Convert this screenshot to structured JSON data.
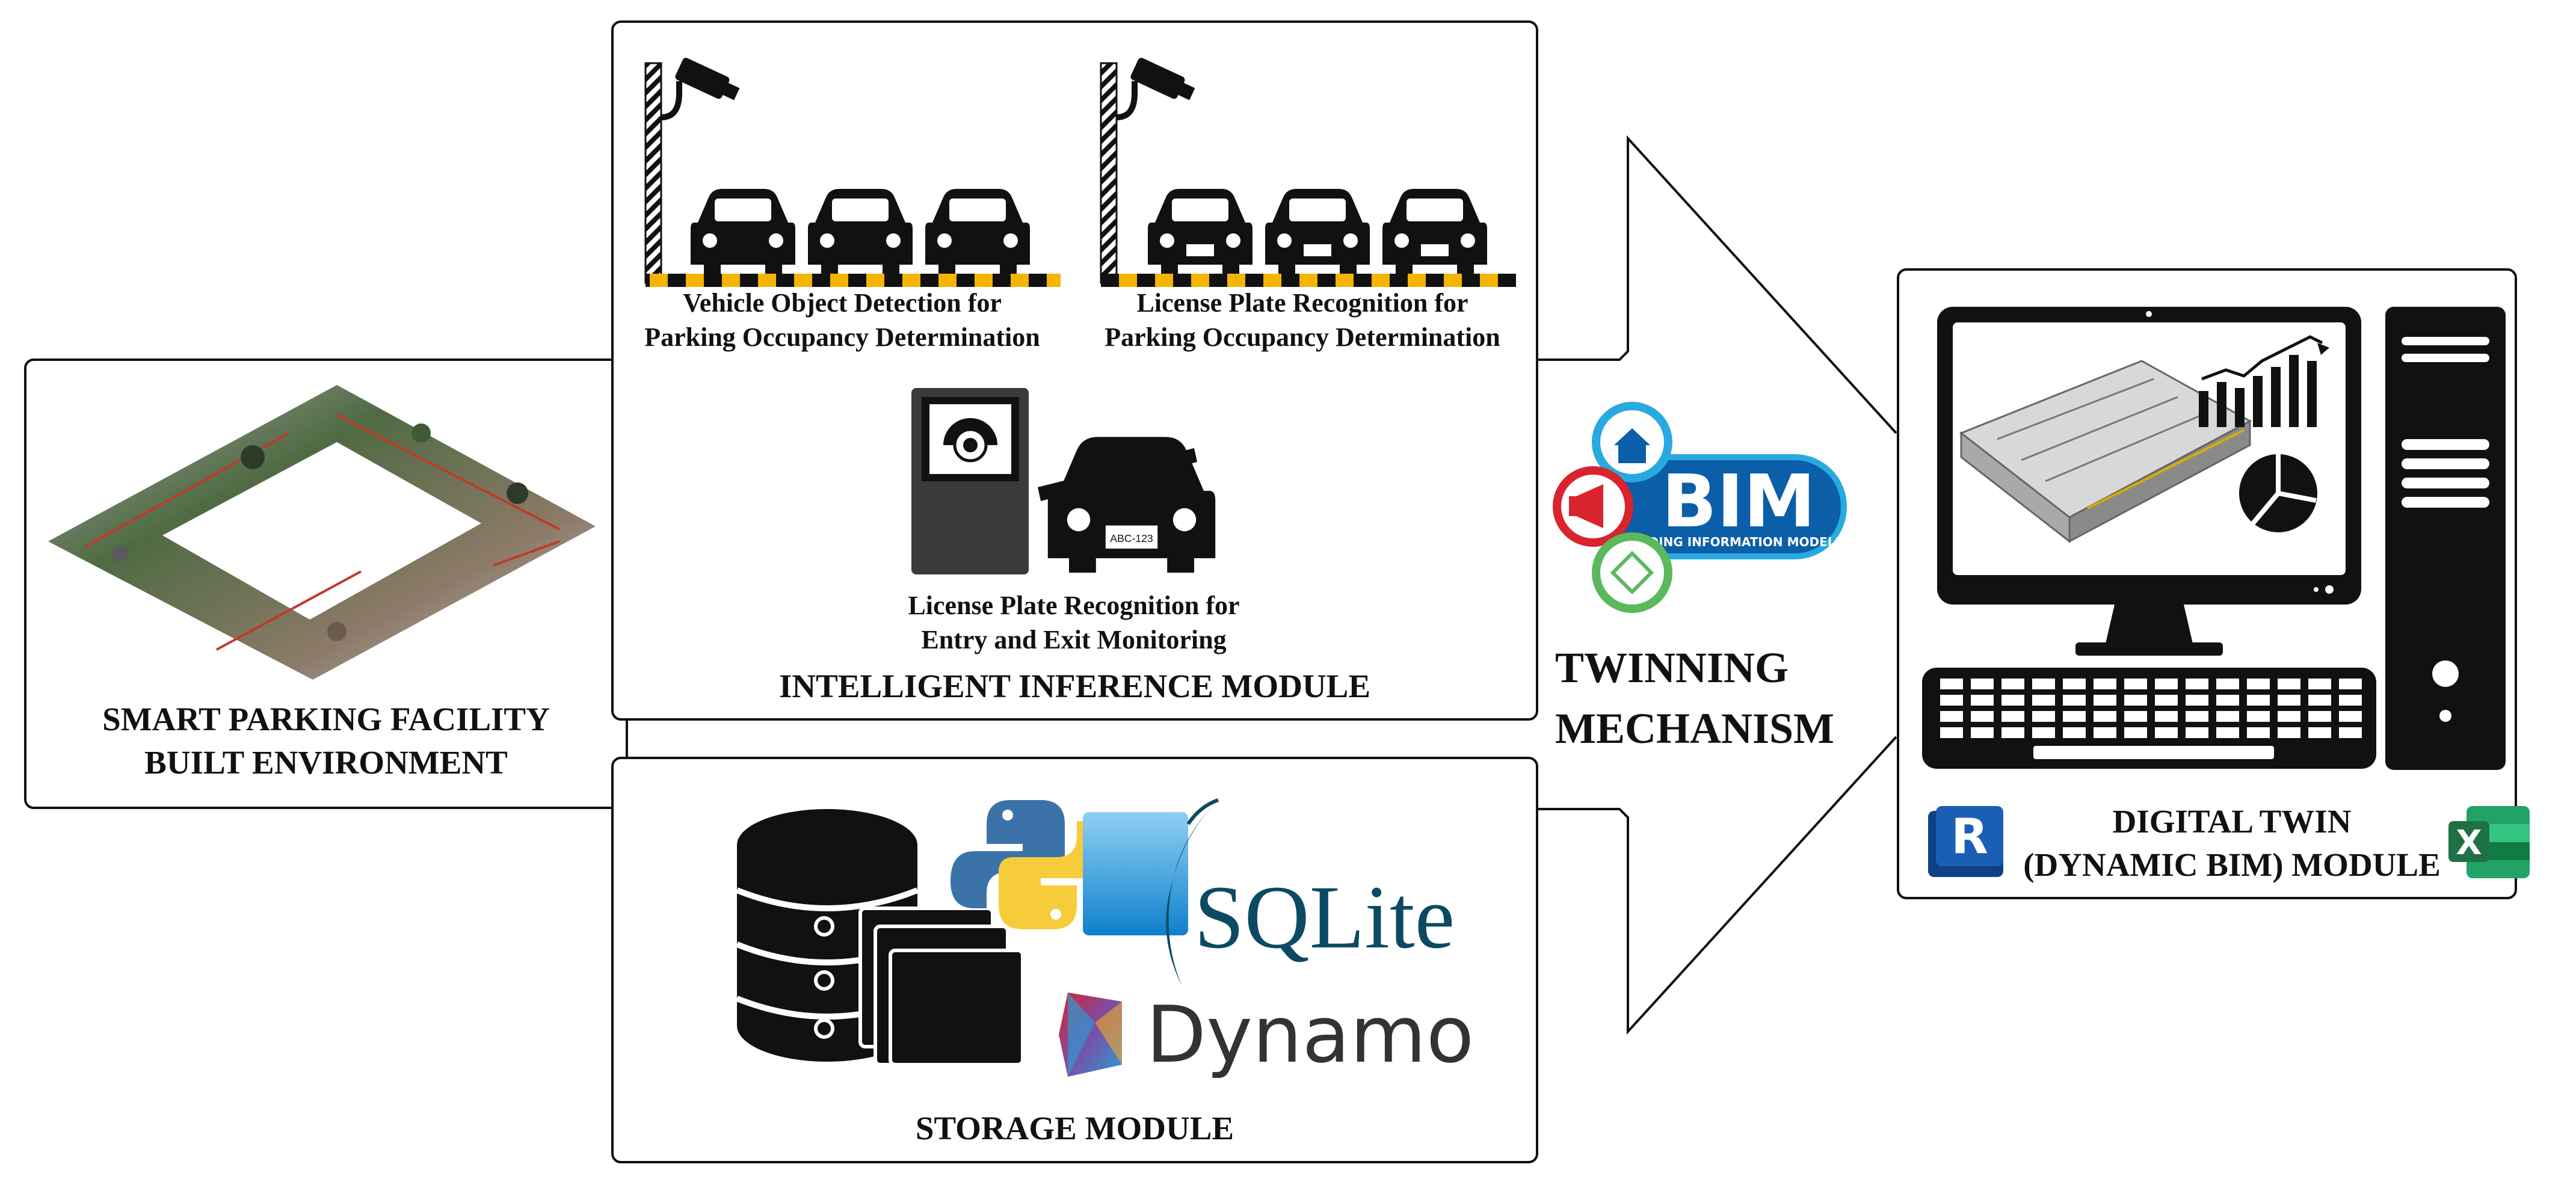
{
  "built_environment": {
    "line1": "SMART PARKING FACILITY",
    "line2": "BUILT ENVIRONMENT"
  },
  "inference_module": {
    "title": "INTELLIGENT INFERENCE MODULE",
    "vehicle_detection": {
      "line1": "Vehicle Object Detection for",
      "line2": "Parking Occupancy Determination"
    },
    "plate_occupancy": {
      "line1": "License Plate Recognition for",
      "line2": "Parking Occupancy Determination"
    },
    "plate_entry_exit": {
      "line1": "License Plate Recognition for",
      "line2": "Entry and Exit Monitoring"
    },
    "plate_text": "ABC-123"
  },
  "storage_module": {
    "title": "STORAGE MODULE",
    "sqlite_label": "SQLite",
    "dynamo_label": "Dynamo"
  },
  "twinning": {
    "line1": "TWINNING",
    "line2": "MECHANISM",
    "bim_label": "BIM",
    "bim_sub": "BUILDING INFORMATION MODELING"
  },
  "digital_twin": {
    "line1": "DIGITAL TWIN",
    "line2": "(DYNAMIC BIM) MODULE",
    "revit_letter": "R",
    "excel_letter": "X"
  },
  "colors": {
    "stroke": "#111111",
    "python_blue": "#3b73a8",
    "python_yellow": "#f7cc3b",
    "sqlite_blue": "#0f80cc",
    "sqlite_text": "#0c4a64",
    "bim_blue": "#0b5ea8",
    "bim_cyan": "#29a9e1",
    "red": "#d9232d",
    "green": "#5cb85c",
    "revit_blue": "#1b5fb5",
    "excel_green": "#1e7145",
    "stripe_yellow": "#f4b400"
  }
}
